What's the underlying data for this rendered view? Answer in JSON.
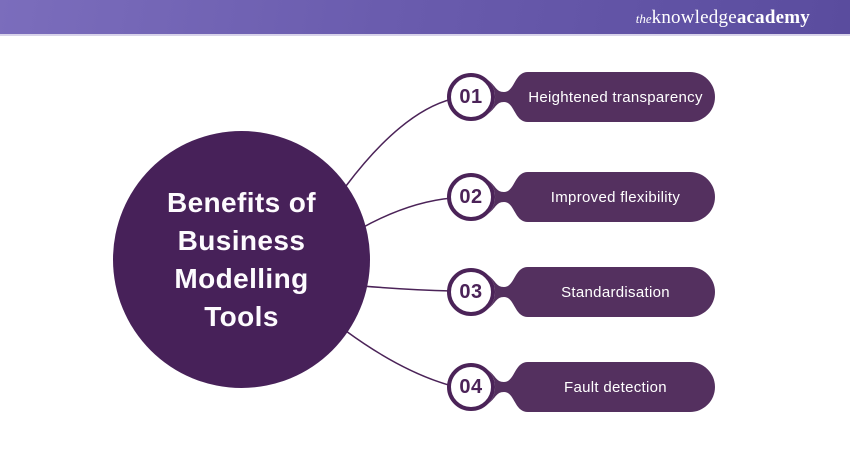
{
  "brand": {
    "prefix": "the",
    "word_regular": "knowledge",
    "word_bold": "academy"
  },
  "center": {
    "title_lines": [
      "Benefits of",
      "Business",
      "Modelling",
      "Tools"
    ]
  },
  "items": [
    {
      "number": "01",
      "label": "Heightened transparency"
    },
    {
      "number": "02",
      "label": "Improved flexibility"
    },
    {
      "number": "03",
      "label": "Standardisation"
    },
    {
      "number": "04",
      "label": "Fault detection"
    }
  ],
  "colors": {
    "topbar_gradient_start": "#7b6dbc",
    "topbar_gradient_end": "#5a4c9e",
    "central_circle_fill": "#472159",
    "pill_fill": "#54305f",
    "outline_and_numbers": "#4b2358",
    "text_on_dark": "#ffffff",
    "background": "#ffffff"
  }
}
